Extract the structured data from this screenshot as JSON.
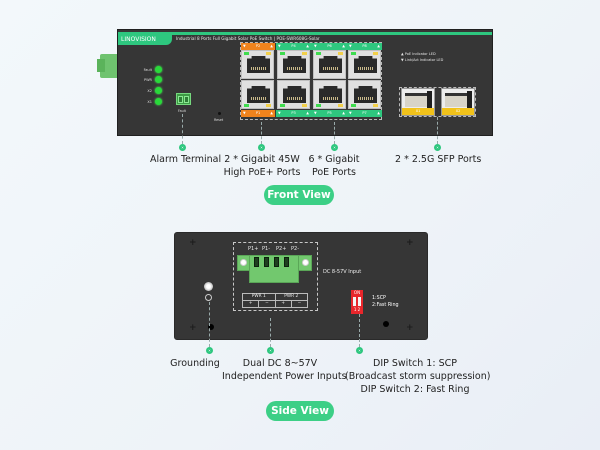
{
  "front_view": {
    "brand": "LINOVISION",
    "model_title": "Industrial 8 Ports Full Gigabit Solar PoE Switch | POE-SWR608G-Solar",
    "status_leds": [
      "Fault",
      "PWR",
      "X2",
      "X1"
    ],
    "terminal_label": "Fault",
    "reset_label": "Reset",
    "top_row_ports": [
      "P2",
      "P4",
      "P6",
      "P8"
    ],
    "bottom_row_ports": [
      "P1",
      "P3",
      "P5",
      "P7"
    ],
    "led_legend": {
      "poe": "▲ PoE Indicator LED",
      "link": "▼ Link/Act Indicator LED"
    },
    "sfp_ports": [
      "X1",
      "X2"
    ],
    "callouts": [
      {
        "text": "Alarm Terminal"
      },
      {
        "text": "2 * Gigabit 45W\nHigh PoE+ Ports",
        "line1": "2 * Gigabit 45W",
        "line2": "High PoE+ Ports"
      },
      {
        "text": "6 * Gigabit\nPoE Ports",
        "line1": "6 * Gigabit",
        "line2": "PoE Ports"
      },
      {
        "text": "2 * 2.5G SFP Ports"
      }
    ],
    "view_label": "Front View"
  },
  "side_view": {
    "pin_labels": [
      "P1+",
      "P1-",
      "P2+",
      "P2-"
    ],
    "power_input_label": "DC 8-57V Input",
    "pwr_table": {
      "headers": [
        "PWR 1",
        "PWR 2"
      ],
      "polarity": [
        "+",
        "−",
        "+",
        "−"
      ]
    },
    "dip_switch": {
      "on_label": "ON",
      "numbers": "1 2",
      "desc_line1": "1:SCP",
      "desc_line2": "2:Fast Ring"
    },
    "callouts": {
      "grounding": "Grounding",
      "power_line1": "Dual DC 8~57V",
      "power_line2": "Independent Power Inputs",
      "dip_line1": "DIP Switch 1: SCP",
      "dip_line2": "(Broadcast storm suppression)",
      "dip_line3": "DIP Switch 2: Fast Ring"
    },
    "view_label": "Side View"
  },
  "colors": {
    "accent_green": "#2ec77f",
    "poe_plus_orange": "#f0831d",
    "sfp_yellow": "#f1c21b",
    "dip_red": "#e8262b",
    "panel_dark": "#353535"
  }
}
